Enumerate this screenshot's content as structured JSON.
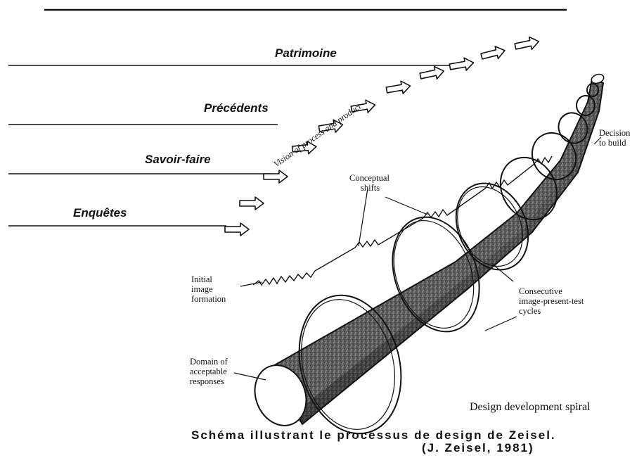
{
  "inputs": [
    {
      "label": "Patrimoine"
    },
    {
      "label": "Précédents"
    },
    {
      "label": "Savoir-faire"
    },
    {
      "label": "Enquêtes"
    }
  ],
  "vision_label": "Vision of process and product",
  "annotations": {
    "conceptual_shifts": [
      "Conceptual",
      "shifts"
    ],
    "decision_to_build": [
      "Decision",
      "to build"
    ],
    "initial_image_formation": [
      "Initial",
      "image",
      "formation"
    ],
    "consecutive_cycles": [
      "Consecutive",
      "image-present-test",
      "cycles"
    ],
    "domain_responses": [
      "Domain of",
      "acceptable",
      "responses"
    ],
    "spiral_title": "Design development spiral"
  },
  "caption": {
    "main": "Schéma illustrant le processus de design de Zeisel.",
    "credit": "(J. Zeisel, 1981)"
  },
  "colors": {
    "ink": "#111111",
    "tube_fill": "#6a6a6a",
    "background": "#ffffff"
  }
}
